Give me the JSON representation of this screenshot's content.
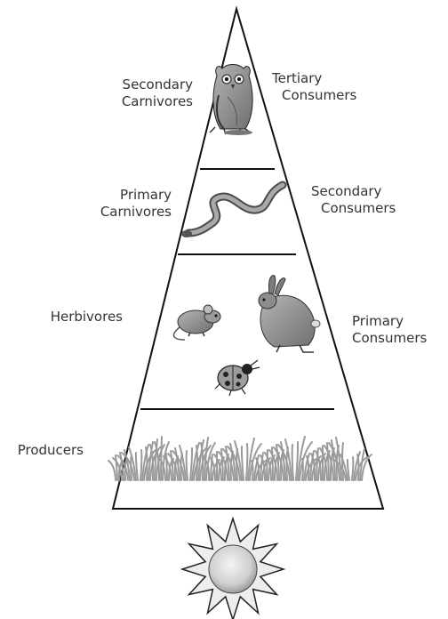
{
  "levels": [
    {
      "left_label": [
        "Secondary",
        "Carnivores"
      ],
      "right_label": [
        "Tertiary",
        "Consumers"
      ],
      "organisms": [
        "owl-icon"
      ]
    },
    {
      "left_label": [
        "Primary",
        "Carnivores"
      ],
      "right_label": [
        "Secondary",
        "Consumers"
      ],
      "organisms": [
        "snake-icon"
      ]
    },
    {
      "left_label": [
        "Herbivores"
      ],
      "right_label": [
        "Primary",
        "Consumers"
      ],
      "organisms": [
        "mouse-icon",
        "rabbit-icon",
        "ladybug-icon"
      ]
    },
    {
      "left_label": [
        "Producers"
      ],
      "right_label": [],
      "organisms": [
        "grass-icon"
      ]
    }
  ],
  "energy_source": "sun-icon",
  "colors": {
    "outline": "#111111",
    "text": "#333333",
    "animal_fill": "#8a8a8a",
    "animal_dark": "#3a3a3a",
    "grass": "#9a9a9a",
    "sun_outer": "#e6e6e6",
    "sun_inner": "#b8b8b8"
  }
}
